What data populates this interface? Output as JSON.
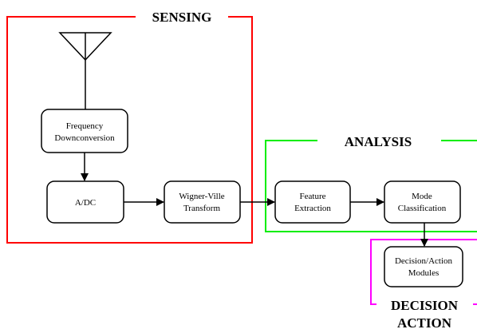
{
  "groups": {
    "sensing": {
      "title": "SENSING",
      "color": "#ff0000"
    },
    "analysis": {
      "title": "ANALYSIS",
      "color": "#00ee00"
    },
    "decision": {
      "title_line1": "DECISION",
      "title_line2": "ACTION",
      "color": "#ff00ff"
    }
  },
  "blocks": {
    "frequency_downconversion": {
      "line1": "Frequency",
      "line2": "Downconversion"
    },
    "adc": {
      "label": "A/DC"
    },
    "wigner_ville": {
      "line1": "Wigner-Ville",
      "line2": "Transform"
    },
    "feature_extraction": {
      "line1": "Feature",
      "line2": "Extraction"
    },
    "mode_classification": {
      "line1": "Mode",
      "line2": "Classification"
    },
    "decision_action": {
      "line1": "Decision/Action",
      "line2": "Modules"
    }
  },
  "icons": {
    "antenna": "antenna-icon"
  }
}
